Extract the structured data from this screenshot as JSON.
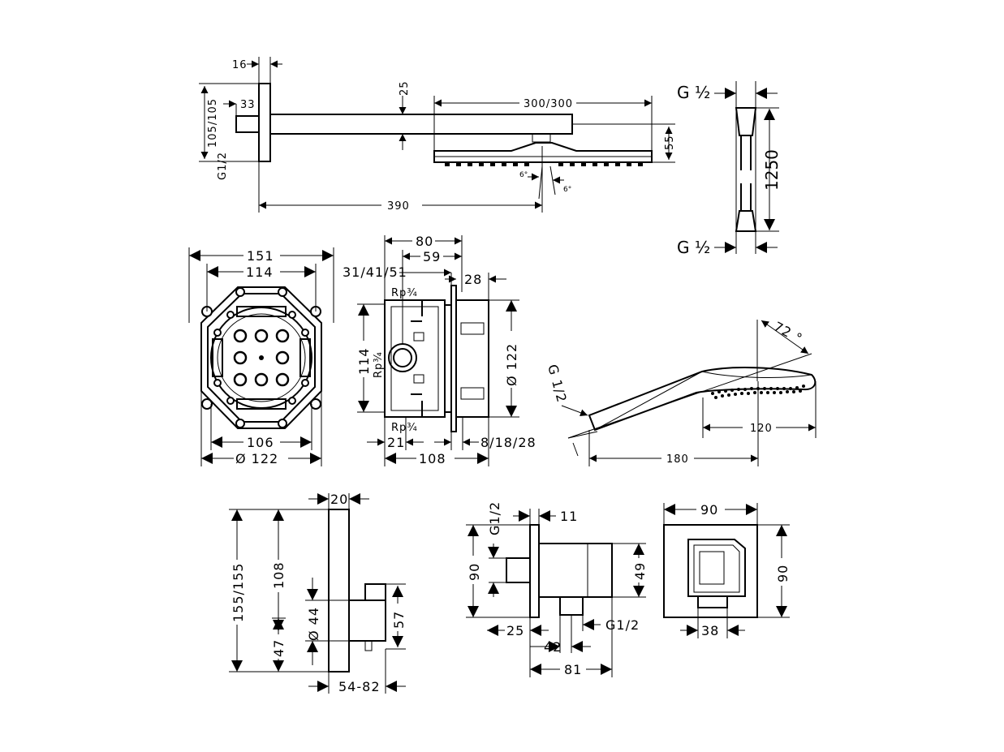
{
  "shower_arm": {
    "d16": "16",
    "d33": "33",
    "d105": "105/105",
    "g12": "G1/2",
    "d25": "25",
    "d300": "300/300",
    "d55": "55",
    "d390": "390",
    "a6a": "6°",
    "a6b": "6°"
  },
  "hose": {
    "g_top": "G ½",
    "len": "1250",
    "g_bot": "G ½"
  },
  "body_front": {
    "d151": "151",
    "d114": "114",
    "d106": "106",
    "d122": "Ø  122"
  },
  "body_side": {
    "d80": "80",
    "d59": "59",
    "d3141": "31/41/51",
    "d28": "28",
    "rp_top": "Rp¾",
    "rp_mid": "Rp¾",
    "rp_bot": "Rp¾",
    "d114": "114",
    "d122": "Ø  122",
    "d21": "21",
    "d8": "8/18/28",
    "d108": "108"
  },
  "hand_shower": {
    "a72": "72 °",
    "g12": "G 1/2",
    "d120": "120",
    "d180": "180"
  },
  "thermostat": {
    "d20": "20",
    "d155": "155/155",
    "d108": "108",
    "d44": "Ø  44",
    "d47": "47",
    "d57": "57",
    "d5482": "54-82"
  },
  "outlet_side": {
    "g12_top": "G1/2",
    "d11": "11",
    "d90": "90",
    "d49": "49",
    "d25": "25",
    "d42": "42",
    "g12_bot": "G1/2",
    "d81": "81"
  },
  "outlet_front": {
    "d90w": "90",
    "d90h": "90",
    "d38": "38"
  }
}
